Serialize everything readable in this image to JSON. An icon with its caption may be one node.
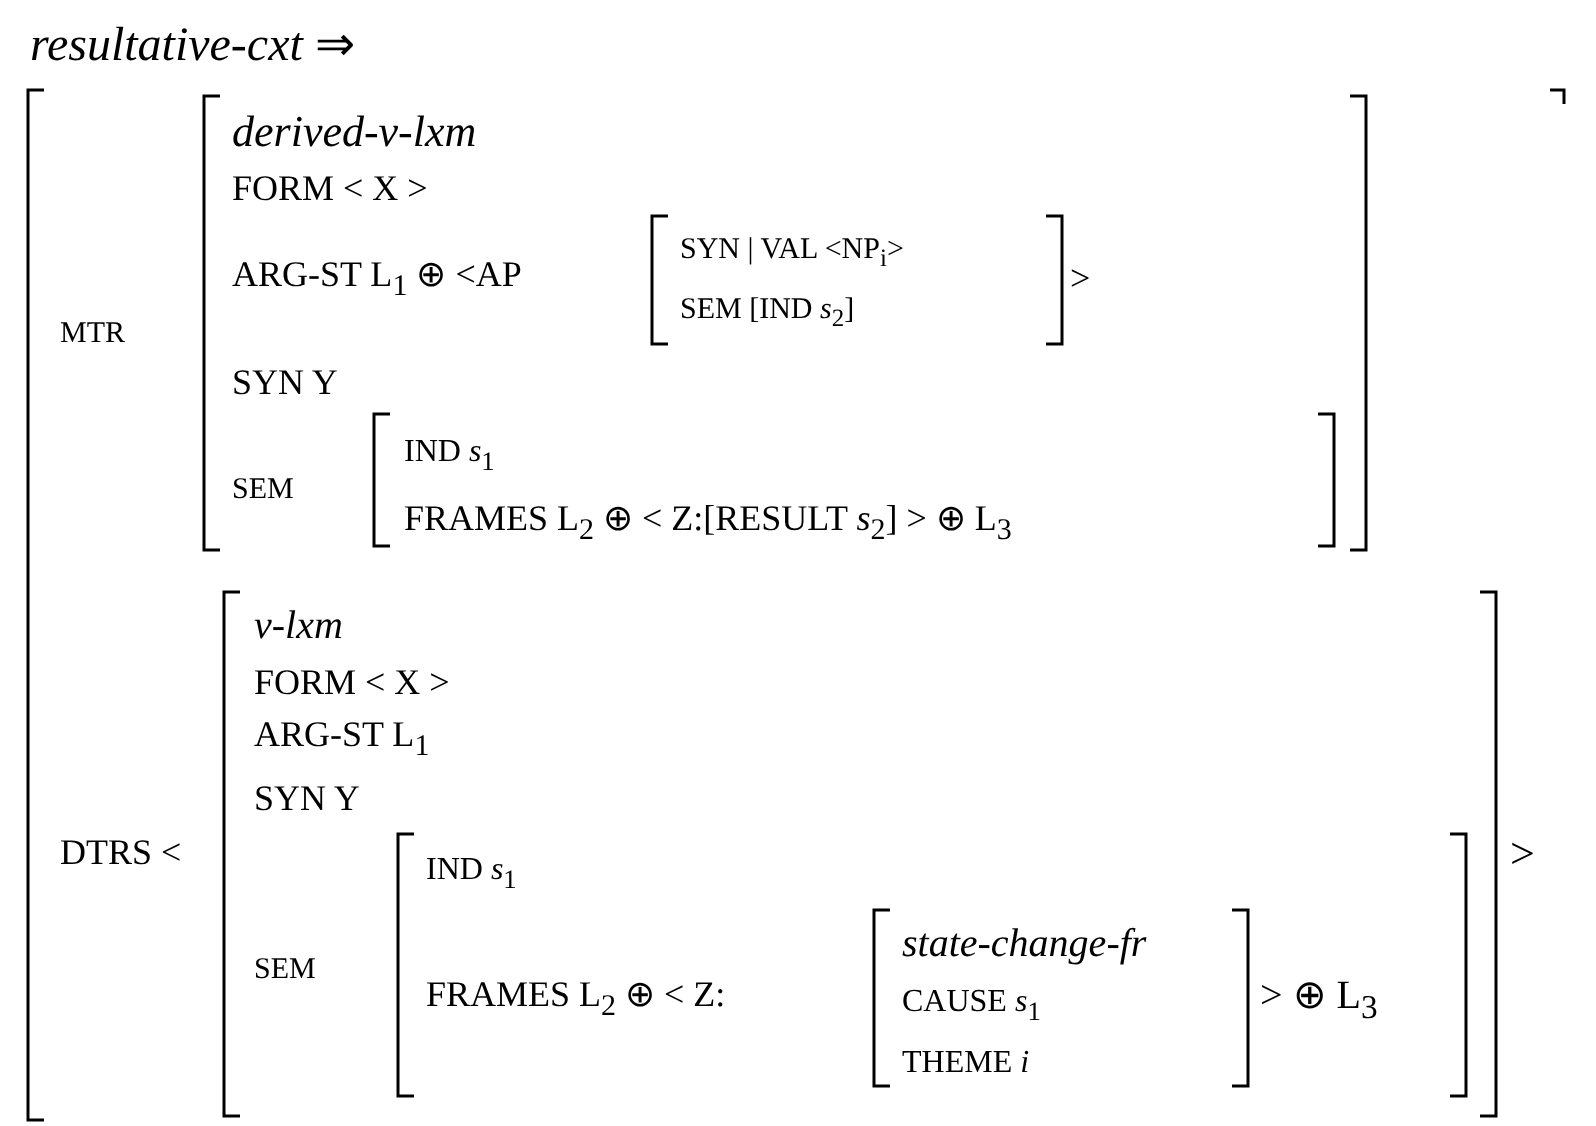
{
  "diagram": {
    "title": "*resultative-cxt* ⇒",
    "labels": [
      "MTR",
      "derived-v-lxm",
      "FORM < X >",
      "ARG-ST L$_{1}$ ⊕ <AP",
      "SYN | VAL <NP$_{i}$>",
      "SEM [IND *s*$_{2}$]",
      ">",
      "SYN Y",
      "SEM",
      "IND *s*$_{1}$",
      "FRAMES L$_{2}$ ⊕ < Z:[RESULT *s*$_{2}$] > ⊕ L$_{3}$",
      "DTRS <",
      "v-lxm",
      "FORM < X >",
      "ARG-ST L$_{1}$",
      "SYN Y",
      "SEM",
      "IND *s*$_{1}$",
      "FRAMES L$_{2}$ ⊕ < Z:",
      "state-change-fr",
      "CAUSE *s*$_{1}$",
      "THEME *i*",
      "> ⊕ L$_{3}$",
      ">"
    ]
  }
}
